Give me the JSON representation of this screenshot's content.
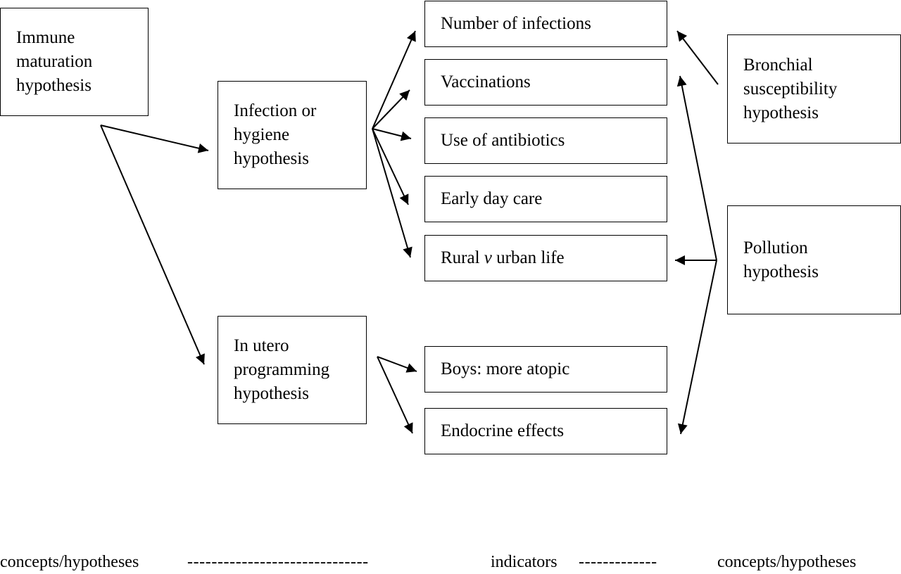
{
  "concepts": {
    "immune_maturation": [
      "Immune",
      "maturation",
      "hypothesis"
    ],
    "infection_hygiene": [
      "Infection or",
      "hygiene",
      "hypothesis"
    ],
    "in_utero": [
      "In utero",
      "programming",
      "hypothesis"
    ],
    "bronchial": [
      "Bronchial",
      "susceptibility",
      "hypothesis"
    ],
    "pollution": [
      "Pollution",
      "hypothesis"
    ]
  },
  "indicators": {
    "number_of_infections": "Number of infections",
    "vaccinations": "Vaccinations",
    "antibiotics": "Use of antibiotics",
    "day_care": "Early day care",
    "rural_urban": {
      "pre": "Rural",
      "mid": "v",
      "post": "urban life"
    },
    "boys_atopic": "Boys: more atopic",
    "endocrine": "Endocrine effects"
  },
  "footer": {
    "left": "concepts/hypotheses",
    "dash1": "------------------------------",
    "middle": "indicators",
    "dash2": "-------------",
    "right": "concepts/hypotheses"
  }
}
